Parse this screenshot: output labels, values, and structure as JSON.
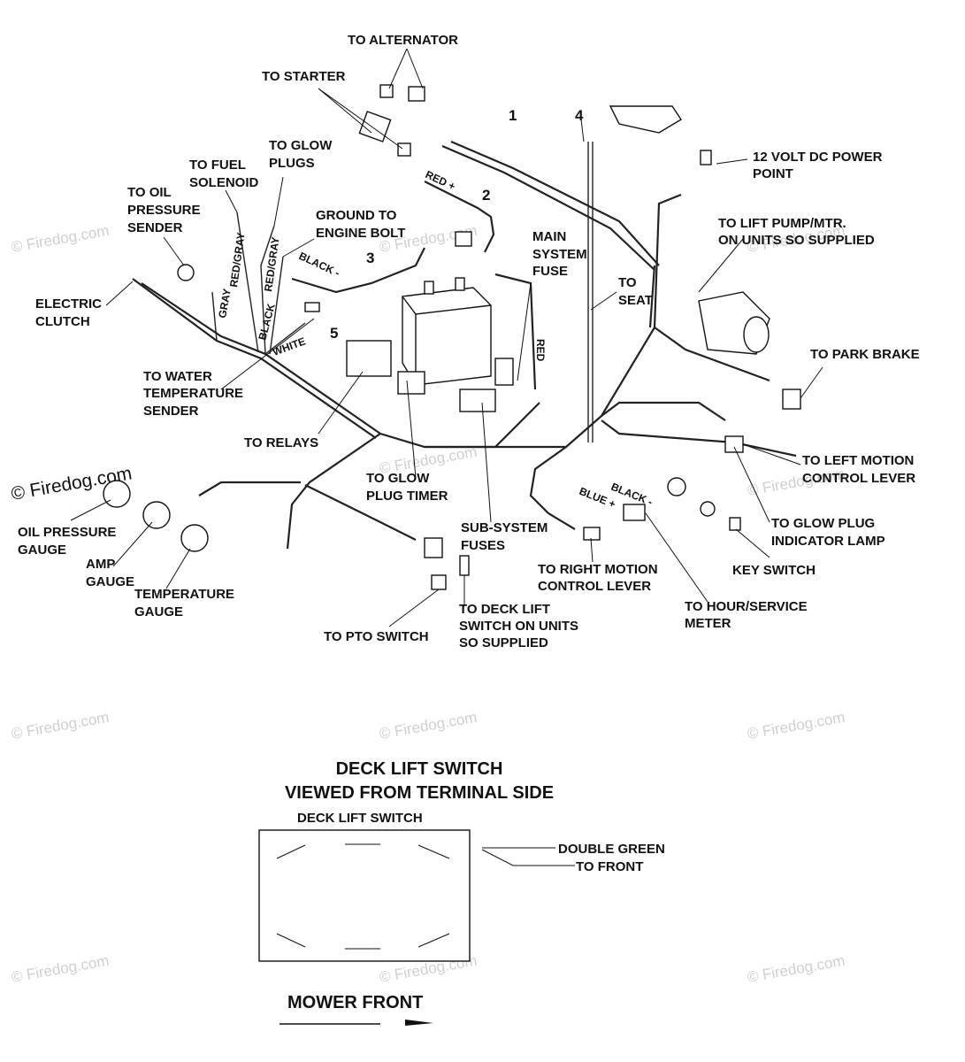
{
  "watermark": "© Firedog.com",
  "labels": {
    "alternator": "TO ALTERNATOR",
    "starter": "TO STARTER",
    "glow_plugs": [
      "TO GLOW",
      "PLUGS"
    ],
    "fuel_solenoid": [
      "TO FUEL",
      "SOLENOID"
    ],
    "oil_pressure_sender": [
      "TO OIL",
      "PRESSURE",
      "SENDER"
    ],
    "ground": [
      "GROUND TO",
      "ENGINE BOLT"
    ],
    "electric_clutch": [
      "ELECTRIC",
      "CLUTCH"
    ],
    "water_temp_sender": [
      "TO WATER",
      "TEMPERATURE",
      "SENDER"
    ],
    "relays": "TO RELAYS",
    "glow_plug_timer": [
      "TO GLOW",
      "PLUG TIMER"
    ],
    "main_fuse": [
      "MAIN",
      "SYSTEM",
      "FUSE"
    ],
    "seat": [
      "TO",
      "SEAT"
    ],
    "power_point": [
      "12 VOLT DC POWER",
      "POINT"
    ],
    "lift_pump": [
      "TO LIFT PUMP/MTR.",
      "ON UNITS SO SUPPLIED"
    ],
    "park_brake": "TO PARK BRAKE",
    "left_motion": [
      "TO LEFT MOTION",
      "CONTROL LEVER"
    ],
    "glow_lamp": [
      "TO GLOW PLUG",
      "INDICATOR LAMP"
    ],
    "key_switch": "KEY SWITCH",
    "hour_meter": [
      "TO HOUR/SERVICE",
      "METER"
    ],
    "right_motion": [
      "TO RIGHT MOTION",
      "CONTROL LEVER"
    ],
    "sub_fuses": [
      "SUB-SYSTEM",
      "FUSES"
    ],
    "deck_lift": [
      "TO DECK LIFT",
      "SWITCH ON UNITS",
      "SO SUPPLIED"
    ],
    "pto_switch": "TO PTO SWITCH",
    "oil_gauge": [
      "OIL PRESSURE",
      "GAUGE"
    ],
    "amp_gauge": [
      "AMP",
      "GAUGE"
    ],
    "temp_gauge": [
      "TEMPERATURE",
      "GAUGE"
    ]
  },
  "wire_colors": {
    "red_plus_1": "RED +",
    "red_gray_1": "RED/GRAY",
    "red_gray_2": "RED/GRAY",
    "gray": "GRAY",
    "black_1": "BLACK",
    "black_minus_1": "BLACK -",
    "white": "WHITE",
    "red": "RED",
    "black_minus_2": "BLACK -",
    "blue_plus": "BLUE +"
  },
  "item_numbers": [
    "1",
    "2",
    "3",
    "4",
    "5"
  ],
  "inset": {
    "title_line1": "DECK LIFT SWITCH",
    "title_line2": "VIEWED FROM TERMINAL SIDE",
    "box_label": "DECK LIFT SWITCH",
    "callout": [
      "DOUBLE GREEN",
      "TO FRONT"
    ],
    "direction": "MOWER FRONT"
  }
}
